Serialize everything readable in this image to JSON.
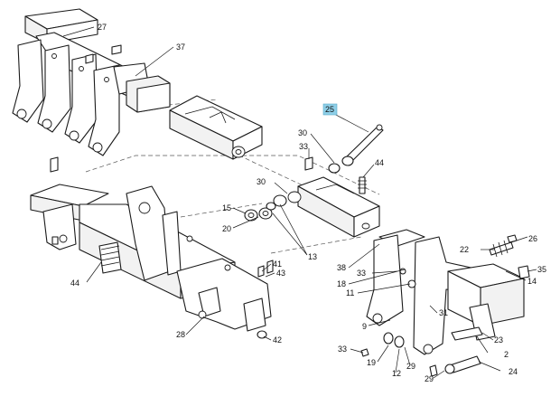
{
  "highlight_color": "#8ecfe8",
  "callouts": [
    {
      "id": "c27a",
      "text": "27"
    },
    {
      "id": "c37",
      "text": "37"
    },
    {
      "id": "c25",
      "text": "25",
      "highlighted": true
    },
    {
      "id": "c30a",
      "text": "30"
    },
    {
      "id": "c33a",
      "text": "33"
    },
    {
      "id": "c44a",
      "text": "44"
    },
    {
      "id": "c30b",
      "text": "30"
    },
    {
      "id": "c15",
      "text": "15"
    },
    {
      "id": "c20",
      "text": "20"
    },
    {
      "id": "c13",
      "text": "13"
    },
    {
      "id": "c38",
      "text": "38"
    },
    {
      "id": "c26",
      "text": "26"
    },
    {
      "id": "c22",
      "text": "22"
    },
    {
      "id": "c35",
      "text": "35"
    },
    {
      "id": "c14",
      "text": "14"
    },
    {
      "id": "c33b",
      "text": "33"
    },
    {
      "id": "c18",
      "text": "18"
    },
    {
      "id": "c11",
      "text": "11"
    },
    {
      "id": "c44b",
      "text": "44"
    },
    {
      "id": "c41",
      "text": "41"
    },
    {
      "id": "c43",
      "text": "43"
    },
    {
      "id": "c9",
      "text": "9"
    },
    {
      "id": "c31",
      "text": "31"
    },
    {
      "id": "c23",
      "text": "23"
    },
    {
      "id": "c28",
      "text": "28"
    },
    {
      "id": "c42",
      "text": "42"
    },
    {
      "id": "c33c",
      "text": "33"
    },
    {
      "id": "c19",
      "text": "19"
    },
    {
      "id": "c12",
      "text": "12"
    },
    {
      "id": "c29a",
      "text": "29"
    },
    {
      "id": "c2",
      "text": "2"
    },
    {
      "id": "c29b",
      "text": "29"
    },
    {
      "id": "c24",
      "text": "24"
    }
  ]
}
